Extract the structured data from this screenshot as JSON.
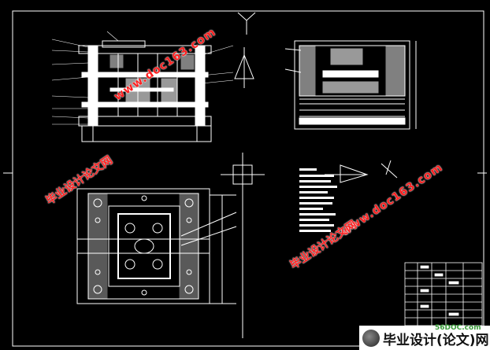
{
  "drawing": {
    "background": "#000000",
    "line_color": "#ffffff",
    "frame_color": "#ffffff"
  },
  "watermarks": {
    "url_text": "www.doc163.com",
    "cn_text": "毕业设计论文网",
    "color": "#ff2222"
  },
  "brand": {
    "site": "56DOC.com",
    "name": "毕业设计(论文)网"
  },
  "icons": {
    "projection": "first-angle-projection-icon",
    "logo": "circle-logo-icon"
  }
}
